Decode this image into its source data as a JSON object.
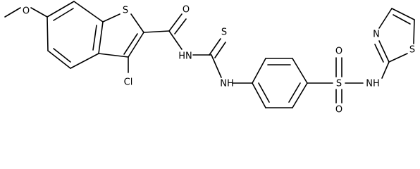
{
  "molecule": {
    "atom_labels": {
      "methoxy_o": "O",
      "thiophene_s": "S",
      "carbonyl_o": "O",
      "chloro": "Cl",
      "amide_nh": "HN",
      "thio_s": "S",
      "thiourea_nh": "NH",
      "sulfonyl_o_top": "O",
      "sulfonyl_s": "S",
      "sulfonyl_o_bottom": "O",
      "sulfonamide_nh": "NH",
      "thiazole_n": "N",
      "thiazole_s": "S"
    },
    "colors": {
      "bond": "#000000",
      "label": "#000000",
      "background": "#ffffff"
    }
  }
}
